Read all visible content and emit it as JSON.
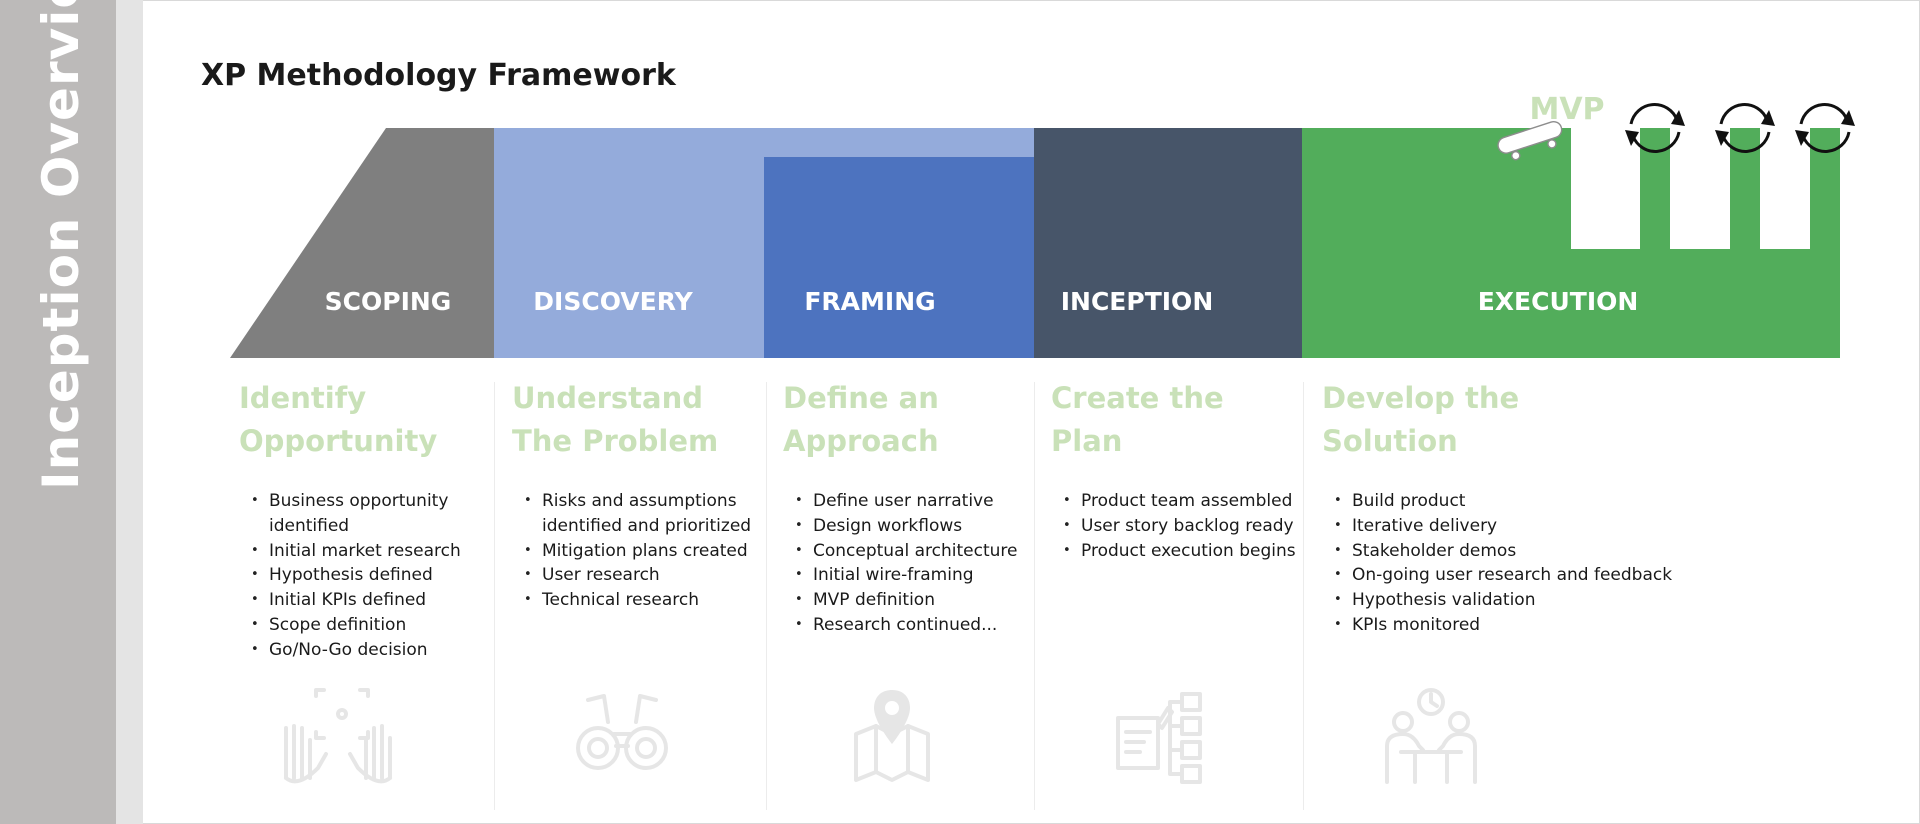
{
  "side_title": "Inception Overview",
  "page_title": "XP Methodology Framework",
  "mvp_label": "MVP",
  "colors": {
    "scoping": "#7f7f7f",
    "discovery": "#94abdb",
    "framing": "#4d73bf",
    "inception": "#475569",
    "execution": "#52ad5b",
    "heading": "#c9e1b8",
    "icon": "#e6e6e6",
    "side_band": "#bcbab9"
  },
  "phases": [
    {
      "label": "SCOPING",
      "heading": "Identify\nOpportunity",
      "items": [
        "Business opportunity identified",
        "Initial market research",
        "Hypothesis defined",
        "Initial KPIs defined",
        "Scope definition",
        "Go/No-Go decision"
      ],
      "icon": "hands-frame-icon"
    },
    {
      "label": "DISCOVERY",
      "heading": "Understand\nThe Problem",
      "items": [
        "Risks and assumptions identified and prioritized",
        "Mitigation plans created",
        "User research",
        "Technical research"
      ],
      "icon": "binoculars-icon"
    },
    {
      "label": "FRAMING",
      "heading": "Define an\nApproach",
      "items": [
        "Define user narrative",
        "Design workflows",
        "Conceptual architecture",
        "Initial wire-framing",
        "MVP definition",
        "Research continued..."
      ],
      "icon": "map-pin-icon"
    },
    {
      "label": "INCEPTION",
      "heading": "Create the\nPlan",
      "items": [
        "Product team assembled",
        "User story backlog ready",
        "Product execution begins"
      ],
      "icon": "plan-checklist-icon"
    },
    {
      "label": "EXECUTION",
      "heading": "Develop the\nSolution",
      "items": [
        "Build product",
        "Iterative delivery",
        "Stakeholder demos",
        "On-going user research and feedback",
        "Hypothesis validation",
        "KPIs monitored"
      ],
      "icon": "team-meeting-icon"
    }
  ]
}
